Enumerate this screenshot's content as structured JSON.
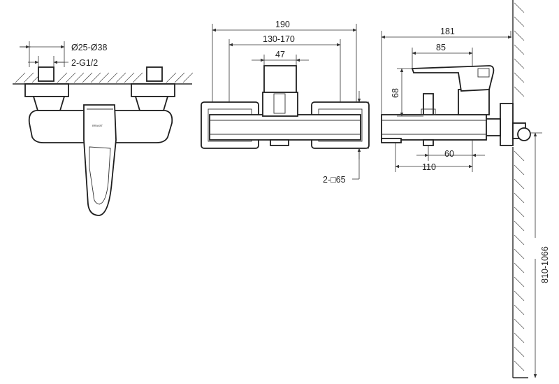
{
  "dimensions": {
    "pipe_diameter_range": "Ø25-Ø38",
    "thread_connection": "2-G1/2",
    "total_width": "190",
    "axis_spacing": "130-170",
    "mixer_body_width": "47",
    "flange_size": "2-□65",
    "total_depth": "181",
    "handle_projection": "85",
    "height": "68",
    "spout_offset": "60",
    "spout_length": "110",
    "mount_height": "810-1066"
  },
  "logo_text": "BRAVAT"
}
